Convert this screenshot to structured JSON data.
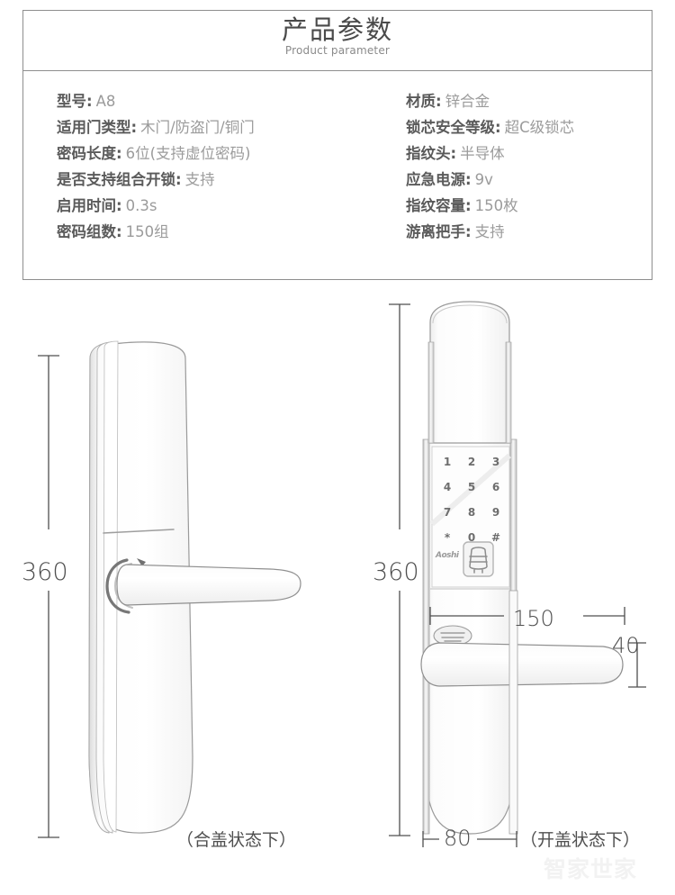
{
  "header": {
    "title_cn": "产品参数",
    "title_en": "Product parameter"
  },
  "specs": {
    "left_column": [
      {
        "label": "型号",
        "colon": ":",
        "value": "A8"
      },
      {
        "label": "适用门类型",
        "colon": ":",
        "value": "木门/防盗门/铜门"
      },
      {
        "label": "密码长度",
        "colon": ":",
        "value": "6位(支持虚位密码)"
      },
      {
        "label": "是否支持组合开锁",
        "colon": ":",
        "value": "支持"
      },
      {
        "label": "启用时间",
        "colon": ":",
        "value": "0.3s"
      },
      {
        "label": "密码组数",
        "colon": ":",
        "value": "150组"
      }
    ],
    "right_column": [
      {
        "label": "材质",
        "colon": ":",
        "value": "锌合金"
      },
      {
        "label": "锁芯安全等级",
        "colon": ":",
        "value": "超C级锁芯"
      },
      {
        "label": "指纹头",
        "colon": ":",
        "value": "半导体"
      },
      {
        "label": "应急电源",
        "colon": ":",
        "value": "9v"
      },
      {
        "label": "指纹容量",
        "colon": ":",
        "value": "150枚"
      },
      {
        "label": "游离把手",
        "colon": ":",
        "value": "支持"
      }
    ]
  },
  "diagram": {
    "left_lock": {
      "height_dimension": "360",
      "caption": "（合盖状态下）"
    },
    "right_lock": {
      "height_dimension": "360",
      "handle_length_dimension": "150",
      "handle_height_dimension": "40",
      "body_width_dimension": "80",
      "caption": "（开盖状态下）",
      "keypad_rows": [
        [
          "1",
          "2",
          "3"
        ],
        [
          "4",
          "5",
          "6"
        ],
        [
          "7",
          "8",
          "9"
        ],
        [
          "*",
          "0",
          "#"
        ]
      ],
      "brand_mark": "Aoshi"
    }
  },
  "watermark": "智家世家",
  "colors": {
    "border": "#8e8e8e",
    "label_text": "#5a5a5a",
    "value_text": "#9b9b9b",
    "dimension_text": "#4f4f4f",
    "line_art": "#8a8a8a",
    "background": "#ffffff"
  }
}
